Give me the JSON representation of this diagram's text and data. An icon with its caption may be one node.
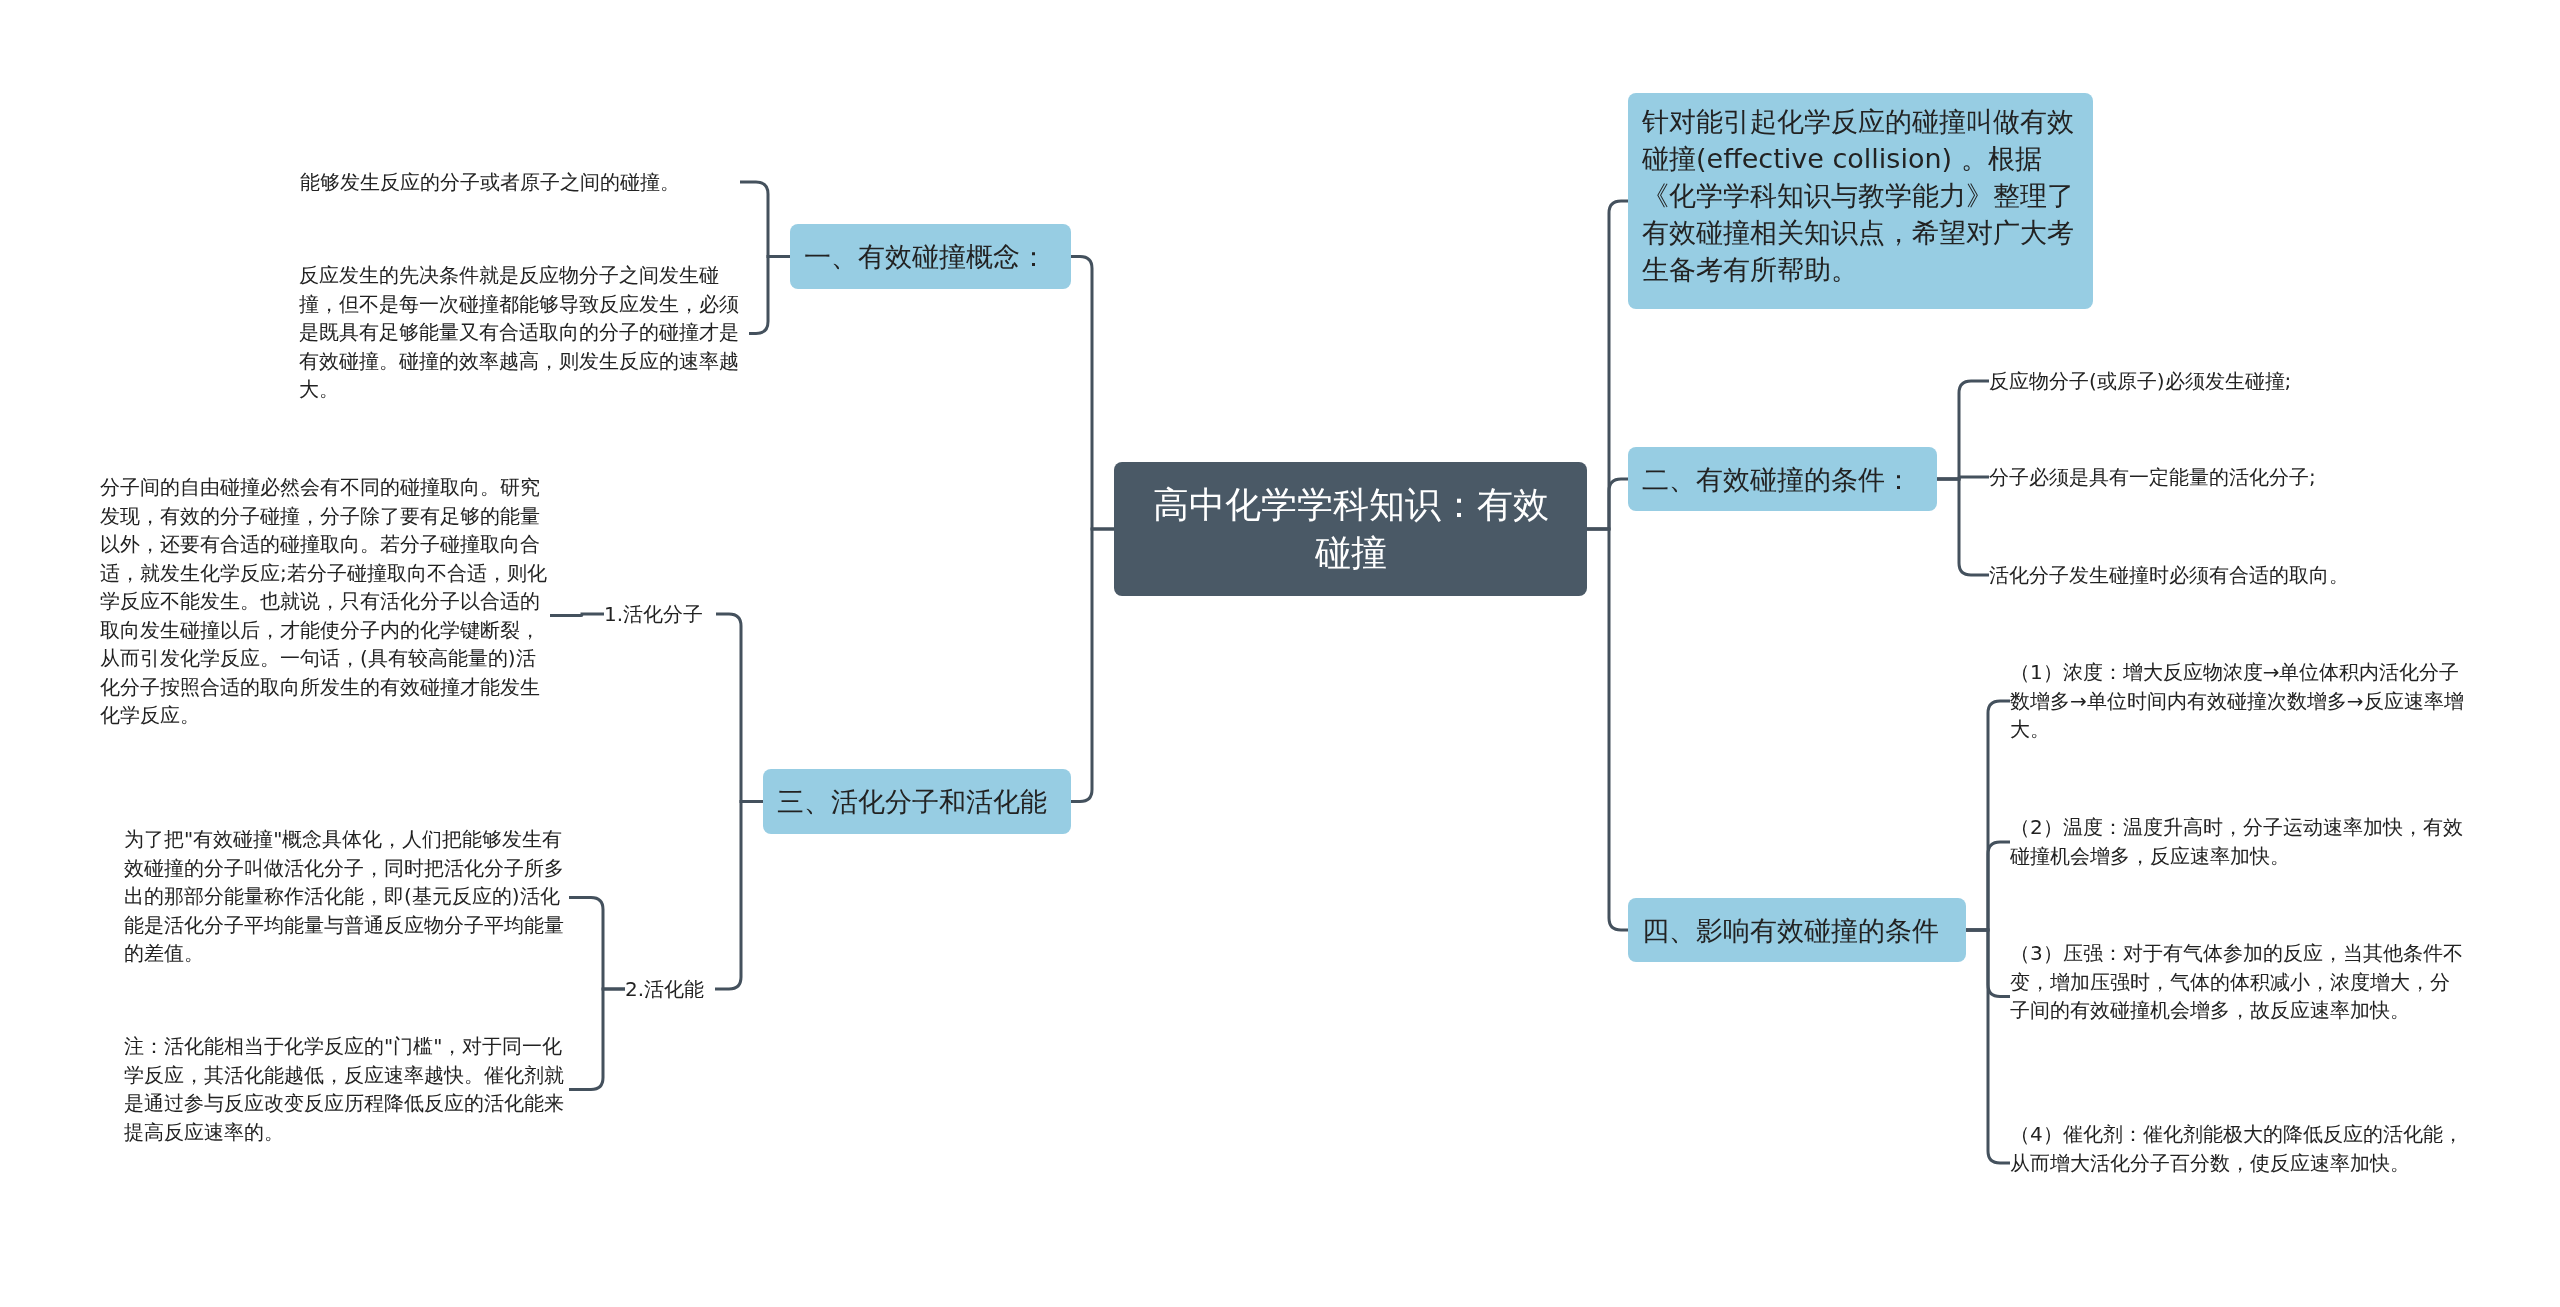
{
  "diagram": {
    "nodes": [
      {
        "text": [
          "高中化学学科知识：有效碰撞"
        ]
      },
      {
        "text": [
          "一、有效碰撞概念："
        ]
      },
      {
        "text": [
          "能够发生反应的分子或者原子之间的碰撞。"
        ]
      },
      {
        "text": [
          "反应发生的先决条件就是反应物分子之间发生碰撞，但不是每一次碰撞都能够导致反应发生，必须是既具有足够能量又有合适取向的分子的碰撞才是有效碰撞。碰撞的效率越高，则发生反应的速率越大。"
        ]
      },
      {
        "text": [
          "三、活化分子和活化能"
        ]
      },
      {
        "text": [
          "1.活化分子"
        ]
      },
      {
        "text": [
          "分子间的自由碰撞必然会有不同的碰撞取向。研究发现，有效的分子碰撞，分子除了要有足够的能量以外，还要有合适的碰撞取向。若分子碰撞取向合适，就发生化学反应;若分子碰撞取向不合适，则化学反应不能发生。也就说，只有活化分子以合适的取向发生碰撞以后，才能使分子内的化学键断裂，从而引发化学反应。一句话，(具有较高能量的)活化分子按照合适的取向所发生的有效碰撞才能发生化学反应。"
        ]
      },
      {
        "text": [
          "2.活化能"
        ]
      },
      {
        "text": [
          "为了把\"有效碰撞\"概念具体化，人们把能够发生有效碰撞的分子叫做活化分子，同时把活化分子所多出的那部分能量称作活化能，即(基元反应的)活化能是活化分子平均能量与普通反应物分子平均能量的差值。"
        ]
      },
      {
        "text": [
          "注：活化能相当于化学反应的\"门槛\"，对于同一化学反应，其活化能越低，反应速率越快。催化剂就是通过参与反应改变反应历程降低反应的活化能来提高反应速率的。"
        ]
      },
      {
        "text": [
          "针对能引起化学反应的碰撞叫做有效碰撞(effective collision) 。根据《化学学科知识与教学能力》整理了有效碰撞相关知识点，希望对广大考生备考有所帮助。"
        ]
      },
      {
        "text": [
          "二、有效碰撞的条件："
        ]
      },
      {
        "text": [
          "反应物分子(或原子)必须发生碰撞;"
        ]
      },
      {
        "text": [
          "分子必须是具有一定能量的活化分子;"
        ]
      },
      {
        "text": [
          "活化分子发生碰撞时必须有合适的取向。"
        ]
      },
      {
        "text": [
          "四、影响有效碰撞的条件"
        ]
      },
      {
        "text": [
          "（1）浓度：增大反应物浓度→单位体积内活化分子数增多→单位时间内有效碰撞次数增多→反应速率增大。"
        ]
      },
      {
        "text": [
          "（2）温度：温度升高时，分子运动速率加快，有效碰撞机会增多，反应速率加快。"
        ]
      },
      {
        "text": [
          "（3）压强：对于有气体参加的反应，当其他条件不变，增加压强时，气体的体积减小，浓度增大，分子间的有效碰撞机会增多，故反应速率加快。"
        ]
      },
      {
        "text": [
          "（4）催化剂：催化剂能极大的降低反应的活化能，从而增大活化分子百分数，使反应速率加快。"
        ]
      }
    ],
    "edges": [
      {
        "from": 0,
        "to": 1,
        "arrow": "none"
      },
      {
        "from": 1,
        "to": 2,
        "arrow": "none"
      },
      {
        "from": 1,
        "to": 3,
        "arrow": "none"
      },
      {
        "from": 0,
        "to": 4,
        "arrow": "none"
      },
      {
        "from": 4,
        "to": 5,
        "arrow": "none"
      },
      {
        "from": 5,
        "to": 6,
        "arrow": "none"
      },
      {
        "from": 4,
        "to": 7,
        "arrow": "none"
      },
      {
        "from": 7,
        "to": 8,
        "arrow": "none"
      },
      {
        "from": 7,
        "to": 9,
        "arrow": "none"
      },
      {
        "from": 0,
        "to": 10,
        "arrow": "none"
      },
      {
        "from": 0,
        "to": 11,
        "arrow": "none"
      },
      {
        "from": 11,
        "to": 12,
        "arrow": "none"
      },
      {
        "from": 11,
        "to": 13,
        "arrow": "none"
      },
      {
        "from": 11,
        "to": 14,
        "arrow": "none"
      },
      {
        "from": 0,
        "to": 15,
        "arrow": "none"
      },
      {
        "from": 15,
        "to": 16,
        "arrow": "none"
      },
      {
        "from": 15,
        "to": 17,
        "arrow": "none"
      },
      {
        "from": 15,
        "to": 18,
        "arrow": "none"
      },
      {
        "from": 15,
        "to": 19,
        "arrow": "none"
      }
    ]
  }
}
